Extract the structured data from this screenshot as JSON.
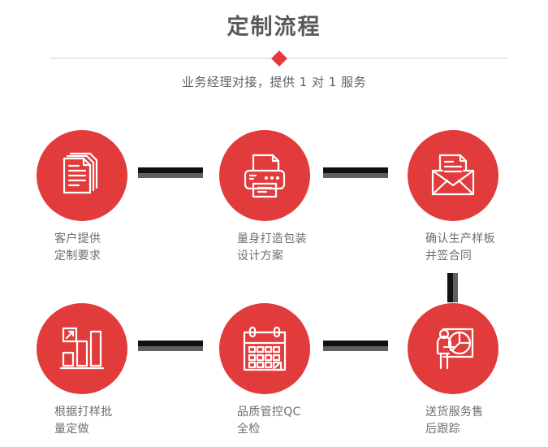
{
  "header": {
    "title": "定制流程",
    "subtitle": "业务经理对接，提供 1 对 1 服务",
    "divider_icon": "red-diamond",
    "title_color": "#58595b",
    "accent_color": "#e23b3c",
    "divider_color": "#d2d2d2"
  },
  "flow": {
    "connector_color": "#111111",
    "connector_shadow_color": "#5f5f5f",
    "steps": [
      {
        "id": 1,
        "icon": "documents-icon",
        "label": "客户提供\n定制要求"
      },
      {
        "id": 2,
        "icon": "printer-icon",
        "label": "量身打造包装\n设计方案"
      },
      {
        "id": 3,
        "icon": "envelope-letter-icon",
        "label": "确认生产样板\n并签合同"
      },
      {
        "id": 4,
        "icon": "bar-chart-growth-icon",
        "label": "根据打样批\n量定做"
      },
      {
        "id": 5,
        "icon": "calendar-check-icon",
        "label": "品质管控QC\n全检"
      },
      {
        "id": 6,
        "icon": "presenter-pie-chart-icon",
        "label": "送货服务售\n后跟踪"
      }
    ],
    "connectors": [
      {
        "id": "c1",
        "direction": "horizontal",
        "from": 1,
        "to": 2
      },
      {
        "id": "c2",
        "direction": "horizontal",
        "from": 2,
        "to": 3
      },
      {
        "id": "c3",
        "direction": "vertical",
        "from": 3,
        "to": 6
      },
      {
        "id": "c4",
        "direction": "horizontal",
        "from": 4,
        "to": 5
      },
      {
        "id": "c5",
        "direction": "horizontal",
        "from": 5,
        "to": 6
      }
    ]
  }
}
